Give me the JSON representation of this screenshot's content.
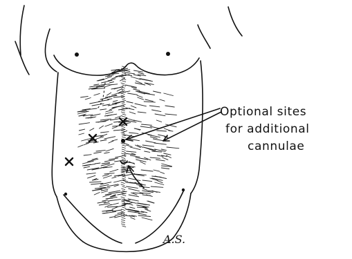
{
  "annotation": {
    "lines": [
      "Optional sites",
      "for additional",
      "cannulae"
    ]
  },
  "signature": "A.S.",
  "colors": {
    "ink": "#111111",
    "paper": "#ffffff"
  }
}
